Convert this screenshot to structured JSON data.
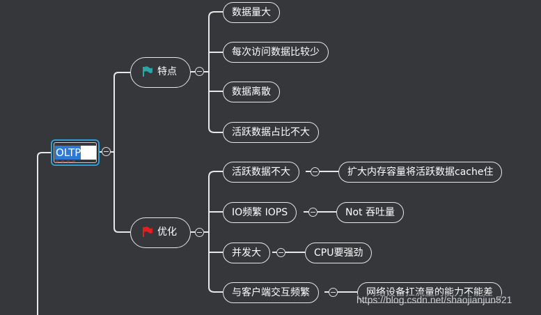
{
  "root": {
    "label": "OLTP"
  },
  "branches": [
    {
      "label": "特点",
      "flag_color": "#2aa6a6",
      "items": [
        "数据量大",
        "每次访问数据比较少",
        "数据离散",
        "活跃数据占比不大"
      ]
    },
    {
      "label": "优化",
      "flag_color": "#e02020",
      "items": [
        {
          "label": "活跃数据不大",
          "child": "扩大内存容量将活跃数据cache住"
        },
        {
          "label": "IO频繁  IOPS",
          "child": "Not 吞吐量"
        },
        {
          "label": "并发大",
          "child": "CPU要强劲"
        },
        {
          "label": "与客户端交互频繁",
          "child": "网络设备扛流量的能力不能差"
        }
      ]
    }
  ],
  "watermark": "https://blog.csdn.net/shaojianjun521",
  "colors": {
    "background": "#35373b",
    "line": "#e8e8e8",
    "root_border": "#2f9fd6",
    "selection": "#2f79d6"
  }
}
